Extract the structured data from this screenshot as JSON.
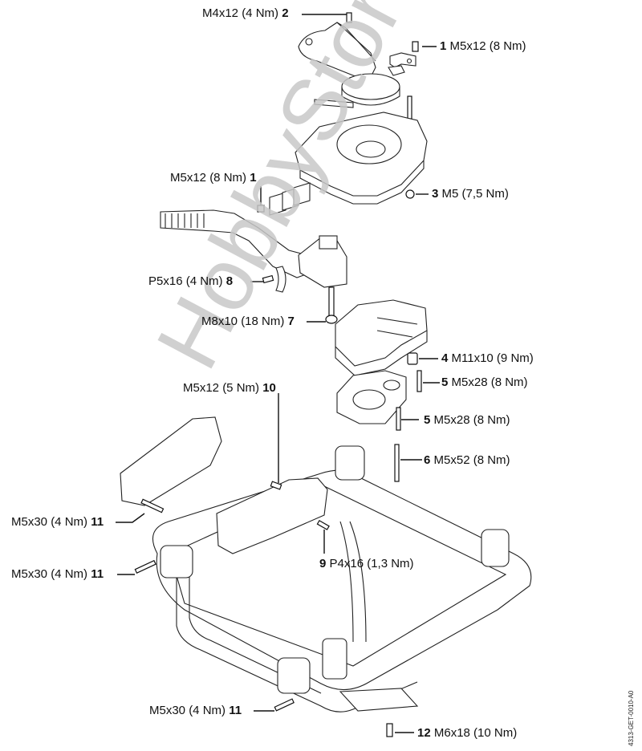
{
  "diagram": {
    "type": "exploded-parts-view",
    "watermark": "HobbyStore.it",
    "document_id": "4313-GET-0010-A0",
    "callouts": [
      {
        "id": "c2",
        "number": "2",
        "spec": "M4x12 (4 Nm)",
        "number_position": "after"
      },
      {
        "id": "c1a",
        "number": "1",
        "spec": "M5x12 (8 Nm)",
        "number_position": "before"
      },
      {
        "id": "c1b",
        "number": "1",
        "spec": "M5x12 (8 Nm)",
        "number_position": "after"
      },
      {
        "id": "c3",
        "number": "3",
        "spec": "M5 (7,5 Nm)",
        "number_position": "before"
      },
      {
        "id": "c8",
        "number": "8",
        "spec": "P5x16 (4 Nm)",
        "number_position": "after"
      },
      {
        "id": "c7",
        "number": "7",
        "spec": "M8x10 (18 Nm)",
        "number_position": "after"
      },
      {
        "id": "c4",
        "number": "4",
        "spec": "M11x10 (9 Nm)",
        "number_position": "before"
      },
      {
        "id": "c5a",
        "number": "5",
        "spec": "M5x28 (8 Nm)",
        "number_position": "before"
      },
      {
        "id": "c10",
        "number": "10",
        "spec": "M5x12 (5 Nm)",
        "number_position": "after"
      },
      {
        "id": "c5b",
        "number": "5",
        "spec": "M5x28 (8 Nm)",
        "number_position": "before"
      },
      {
        "id": "c6",
        "number": "6",
        "spec": "M5x52 (8 Nm)",
        "number_position": "before"
      },
      {
        "id": "c11a",
        "number": "11",
        "spec": "M5x30 (4 Nm)",
        "number_position": "after"
      },
      {
        "id": "c11b",
        "number": "11",
        "spec": "M5x30 (4 Nm)",
        "number_position": "after"
      },
      {
        "id": "c9",
        "number": "9",
        "spec": "P4x16 (1,3 Nm)",
        "number_position": "before"
      },
      {
        "id": "c11c",
        "number": "11",
        "spec": "M5x30 (4 Nm)",
        "number_position": "after"
      },
      {
        "id": "c12",
        "number": "12",
        "spec": "M6x18 (10 Nm)",
        "number_position": "before"
      }
    ]
  }
}
